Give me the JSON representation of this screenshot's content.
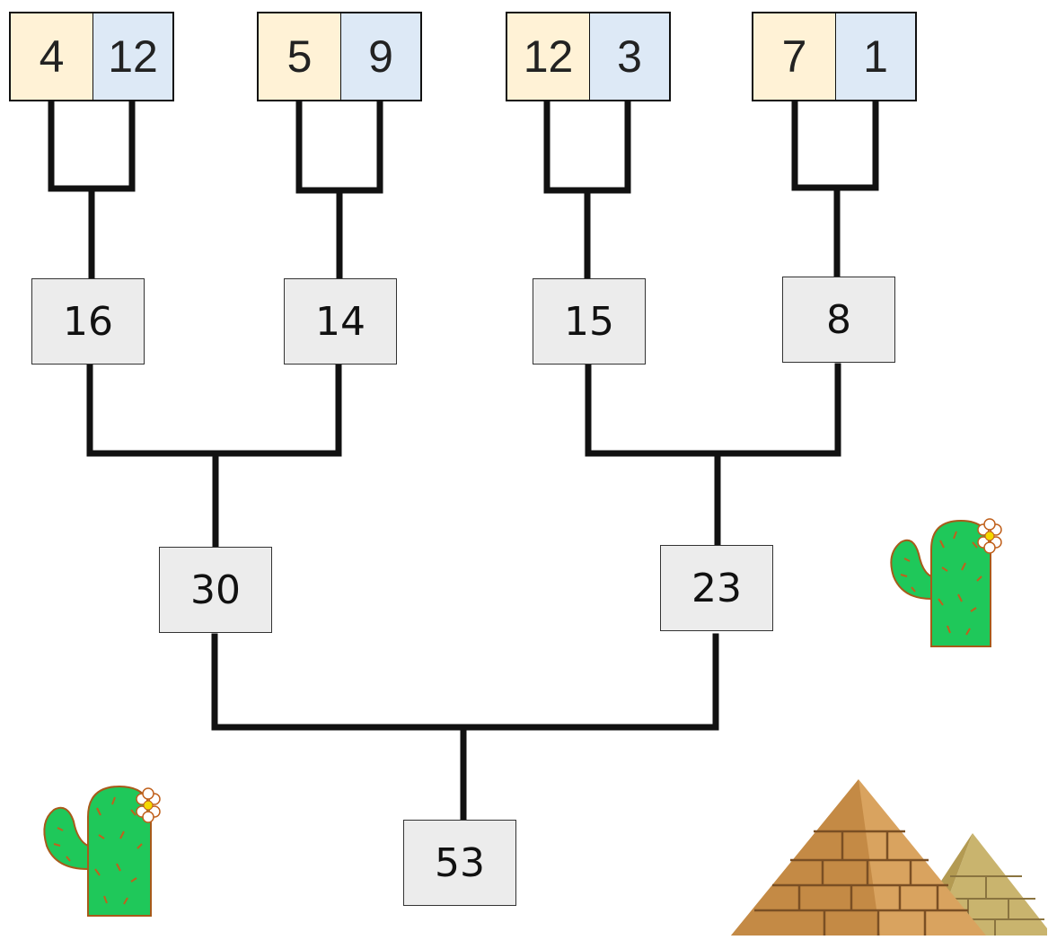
{
  "leaf_pairs": [
    {
      "left": "4",
      "right": "12"
    },
    {
      "left": "5",
      "right": "9"
    },
    {
      "left": "12",
      "right": "3"
    },
    {
      "left": "7",
      "right": "1"
    }
  ],
  "level1": [
    "16",
    "14",
    "15",
    "8"
  ],
  "level2": [
    "30",
    "23"
  ],
  "root": "53",
  "colors": {
    "left_cell": "#fff2d6",
    "right_cell": "#dde9f6",
    "node_fill": "#ececec",
    "connector": "#111111",
    "cactus": "#1fc85a",
    "pyramid": "#d9a35f"
  },
  "icons": [
    "cactus-icon",
    "cactus-icon",
    "pyramid-icon"
  ]
}
